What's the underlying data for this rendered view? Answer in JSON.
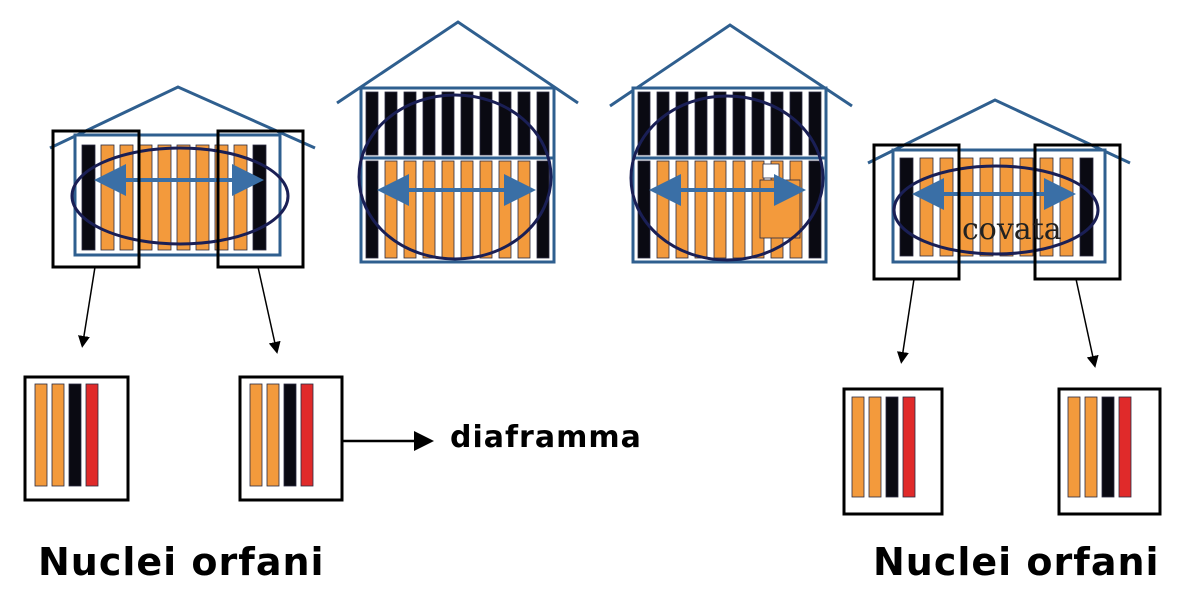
{
  "labels": {
    "diaframma": "diaframma",
    "covata": "covata",
    "nuclei_left": "Nuclei orfani",
    "nuclei_right": "Nuclei orfani"
  },
  "colors": {
    "frame_blue": "#2f5f8f",
    "brood_orange": "#f39a3c",
    "frame_black": "#0a0a12",
    "divider_red": "#e02a2a",
    "ellipse_navy": "#1a1f55",
    "arrow_blue": "#3a6fa6"
  },
  "nuclei": {
    "left_1": [
      "orange",
      "orange",
      "black",
      "red"
    ],
    "left_2": [
      "orange",
      "orange",
      "black",
      "red"
    ],
    "right_1": [
      "orange",
      "orange",
      "black",
      "red"
    ],
    "right_2": [
      "orange",
      "orange",
      "black",
      "red"
    ]
  }
}
